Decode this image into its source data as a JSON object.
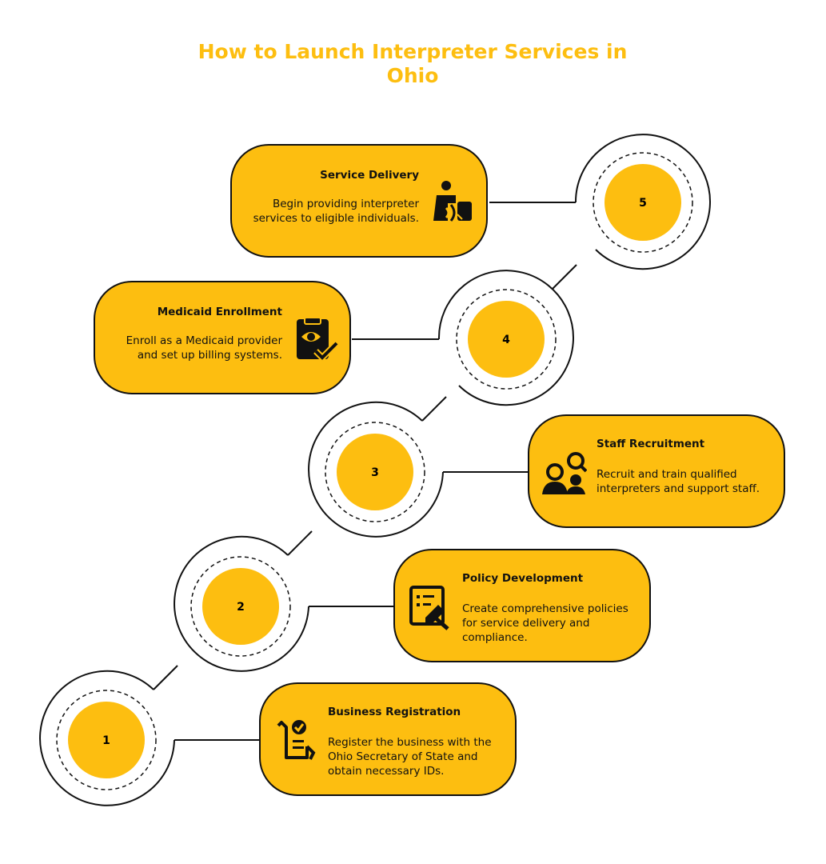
{
  "title": "How to Launch Interpreter Services in Ohio",
  "colors": {
    "accent": "#FDBE10",
    "ink": "#111111"
  },
  "steps": [
    {
      "number": "1",
      "title": "Business Registration",
      "description": "Register the business with the Ohio Secretary of State and obtain necessary IDs.",
      "icon": "checklist-clipboard-icon"
    },
    {
      "number": "2",
      "title": "Policy Development",
      "description": "Create comprehensive policies for service delivery and compliance.",
      "icon": "policy-document-icon"
    },
    {
      "number": "3",
      "title": "Staff Recruitment",
      "description": "Recruit and train qualified interpreters and support staff.",
      "icon": "people-search-icon"
    },
    {
      "number": "4",
      "title": "Medicaid Enrollment",
      "description": "Enroll as a Medicaid provider and set up billing systems.",
      "icon": "clipboard-eye-check-icon"
    },
    {
      "number": "5",
      "title": "Service Delivery",
      "description": "Begin providing interpreter services to eligible individuals.",
      "icon": "interpreter-service-icon"
    }
  ]
}
